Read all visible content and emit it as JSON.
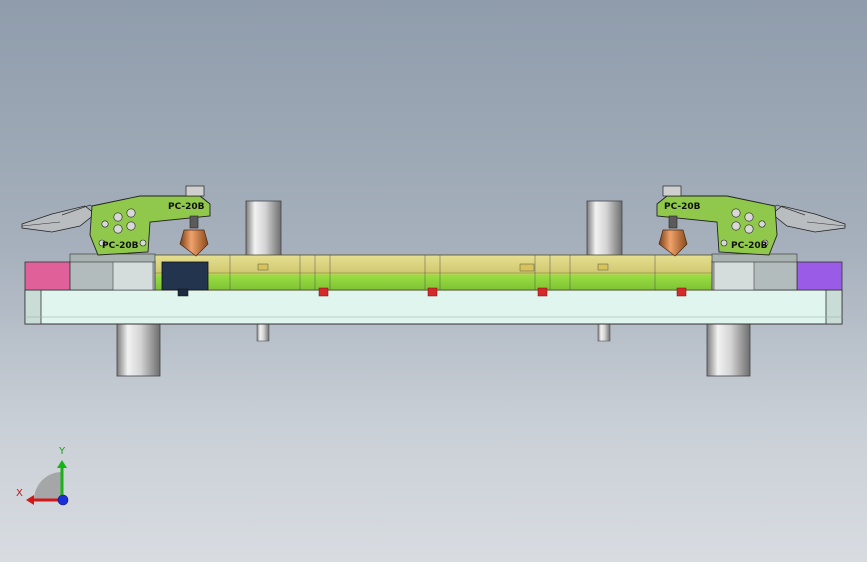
{
  "scene": {
    "clamps": {
      "left_top_label": "PC-20B",
      "left_side_label": "PC-20B",
      "right_top_label": "PC-20B",
      "right_side_label": "PC-20B"
    },
    "triad": {
      "x_label": "X",
      "y_label": "Y"
    }
  },
  "colors": {
    "base_plate": "#dff5ee",
    "rail_yellow": "#d9d27a",
    "rail_green": "#8fd63b",
    "pink_block": "#e0609a",
    "purple_block": "#9a5be6",
    "navy_block": "#22344e",
    "copper": "#c8743a",
    "clamp_green": "#8fc84a"
  }
}
